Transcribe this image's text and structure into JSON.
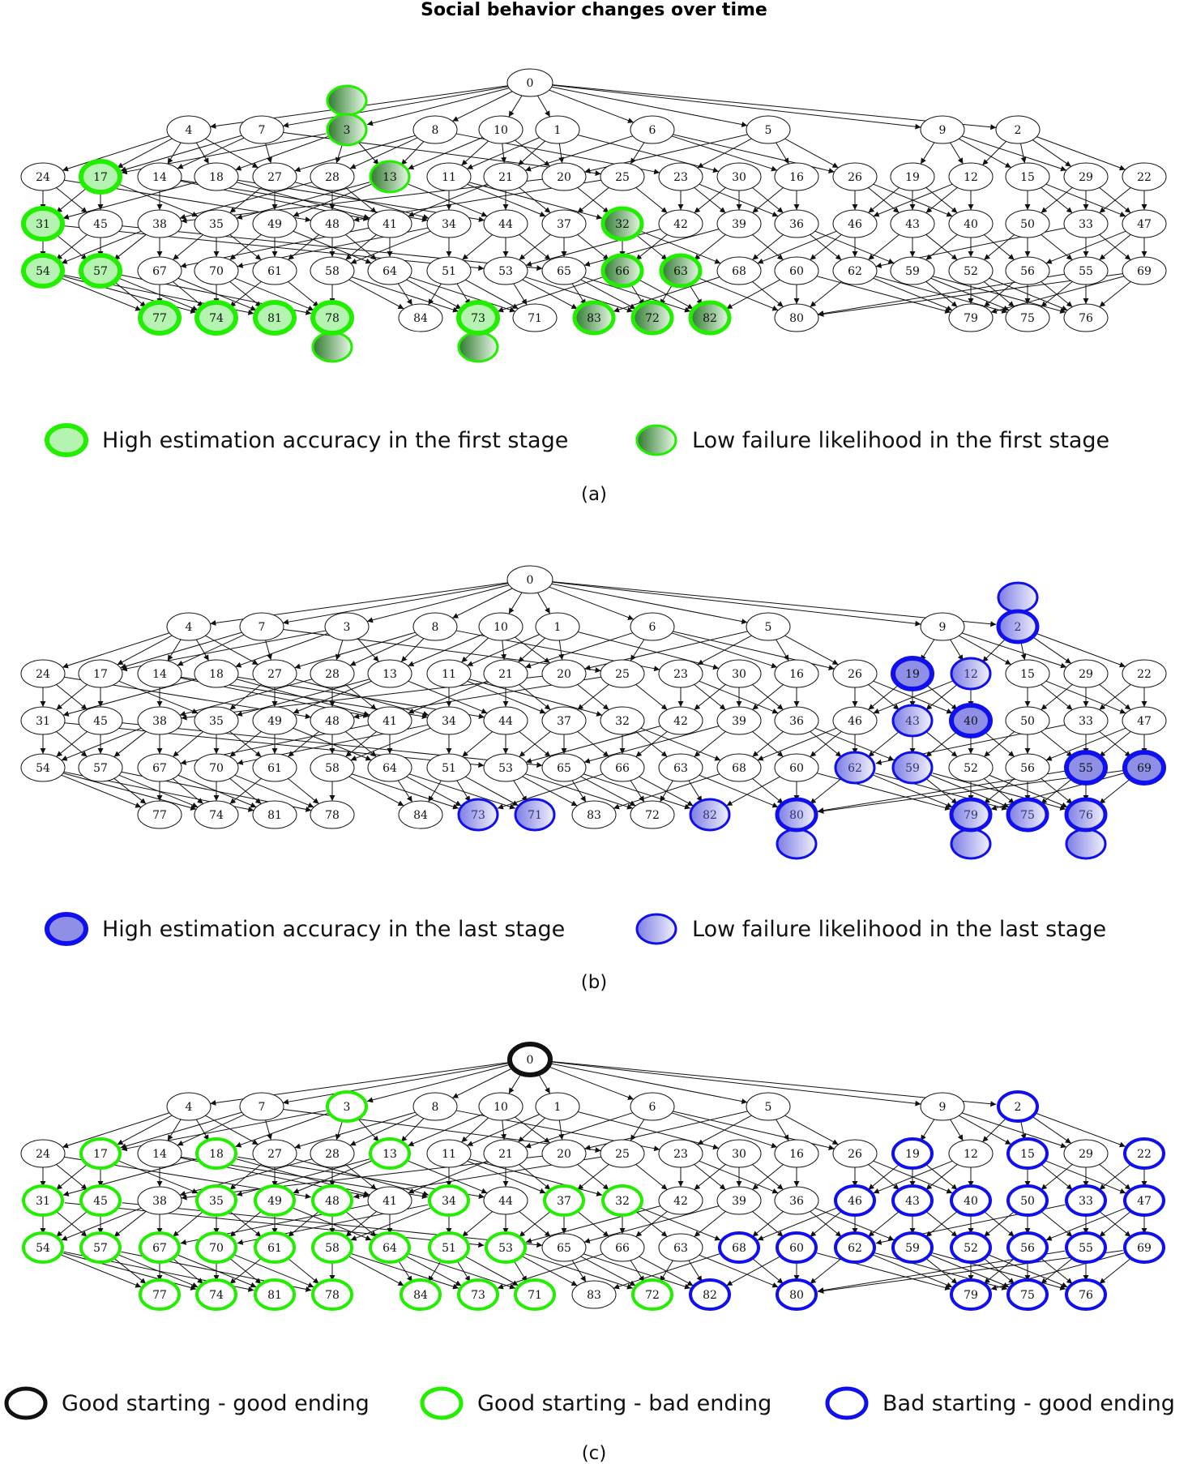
{
  "title": "Social behavior changes over time",
  "colors": {
    "green": "#22ee00",
    "green_light_fill": "#b4f3b0",
    "green_dark_fill": "#2f7a2f",
    "blue": "#1010ee",
    "blue_fill": "#8f8fe8",
    "blue_light_fill": "#d2d2f6",
    "black": "#111111",
    "edge": "#111111"
  },
  "graph": {
    "node_ids": [
      0,
      4,
      7,
      3,
      8,
      10,
      1,
      6,
      5,
      9,
      2,
      24,
      17,
      14,
      18,
      27,
      28,
      13,
      11,
      21,
      20,
      25,
      23,
      30,
      16,
      26,
      19,
      12,
      15,
      29,
      22,
      31,
      45,
      38,
      35,
      49,
      48,
      41,
      34,
      44,
      37,
      32,
      42,
      39,
      36,
      46,
      43,
      40,
      50,
      33,
      47,
      54,
      57,
      67,
      70,
      61,
      58,
      64,
      51,
      53,
      65,
      66,
      63,
      68,
      60,
      62,
      59,
      52,
      56,
      55,
      69,
      77,
      74,
      81,
      78,
      84,
      73,
      71,
      83,
      72,
      82,
      80,
      79,
      75,
      76
    ],
    "edges": [
      [
        0,
        4
      ],
      [
        0,
        7
      ],
      [
        0,
        3
      ],
      [
        0,
        8
      ],
      [
        0,
        10
      ],
      [
        0,
        1
      ],
      [
        0,
        6
      ],
      [
        0,
        5
      ],
      [
        0,
        9
      ],
      [
        0,
        2
      ],
      [
        4,
        24
      ],
      [
        4,
        17
      ],
      [
        4,
        14
      ],
      [
        4,
        18
      ],
      [
        4,
        27
      ],
      [
        7,
        17
      ],
      [
        7,
        14
      ],
      [
        7,
        27
      ],
      [
        7,
        25
      ],
      [
        3,
        17
      ],
      [
        3,
        28
      ],
      [
        3,
        13
      ],
      [
        3,
        18
      ],
      [
        8,
        28
      ],
      [
        8,
        13
      ],
      [
        8,
        23
      ],
      [
        8,
        27
      ],
      [
        10,
        11
      ],
      [
        10,
        21
      ],
      [
        10,
        20
      ],
      [
        10,
        13
      ],
      [
        1,
        21
      ],
      [
        1,
        20
      ],
      [
        1,
        30
      ],
      [
        1,
        11
      ],
      [
        6,
        25
      ],
      [
        6,
        26
      ],
      [
        6,
        16
      ],
      [
        6,
        21
      ],
      [
        5,
        16
      ],
      [
        5,
        26
      ],
      [
        5,
        23
      ],
      [
        5,
        20
      ],
      [
        9,
        19
      ],
      [
        9,
        12
      ],
      [
        9,
        15
      ],
      [
        9,
        29
      ],
      [
        2,
        22
      ],
      [
        2,
        29
      ],
      [
        2,
        15
      ],
      [
        2,
        12
      ],
      [
        24,
        31
      ],
      [
        24,
        45
      ],
      [
        24,
        48
      ],
      [
        17,
        31
      ],
      [
        17,
        45
      ],
      [
        17,
        35
      ],
      [
        14,
        38
      ],
      [
        14,
        34
      ],
      [
        14,
        41
      ],
      [
        18,
        41
      ],
      [
        18,
        31
      ],
      [
        18,
        44
      ],
      [
        27,
        35
      ],
      [
        27,
        49
      ],
      [
        27,
        34
      ],
      [
        28,
        48
      ],
      [
        28,
        38
      ],
      [
        28,
        41
      ],
      [
        13,
        49
      ],
      [
        13,
        44
      ],
      [
        13,
        35
      ],
      [
        11,
        34
      ],
      [
        11,
        32
      ],
      [
        11,
        37
      ],
      [
        21,
        44
      ],
      [
        21,
        37
      ],
      [
        21,
        41
      ],
      [
        20,
        32
      ],
      [
        20,
        38
      ],
      [
        25,
        37
      ],
      [
        25,
        48
      ],
      [
        25,
        42
      ],
      [
        23,
        42
      ],
      [
        23,
        36
      ],
      [
        23,
        39
      ],
      [
        30,
        39
      ],
      [
        30,
        36
      ],
      [
        30,
        42
      ],
      [
        16,
        36
      ],
      [
        16,
        39
      ],
      [
        26,
        46
      ],
      [
        26,
        43
      ],
      [
        26,
        40
      ],
      [
        19,
        46
      ],
      [
        19,
        43
      ],
      [
        19,
        40
      ],
      [
        12,
        43
      ],
      [
        12,
        40
      ],
      [
        12,
        46
      ],
      [
        15,
        50
      ],
      [
        15,
        33
      ],
      [
        15,
        47
      ],
      [
        29,
        33
      ],
      [
        29,
        47
      ],
      [
        29,
        50
      ],
      [
        22,
        47
      ],
      [
        22,
        33
      ],
      [
        31,
        54
      ],
      [
        31,
        57
      ],
      [
        31,
        53
      ],
      [
        45,
        54
      ],
      [
        45,
        57
      ],
      [
        45,
        65
      ],
      [
        38,
        67
      ],
      [
        38,
        54
      ],
      [
        38,
        57
      ],
      [
        35,
        70
      ],
      [
        35,
        67
      ],
      [
        35,
        61
      ],
      [
        49,
        70
      ],
      [
        49,
        61
      ],
      [
        49,
        64
      ],
      [
        48,
        58
      ],
      [
        48,
        61
      ],
      [
        48,
        64
      ],
      [
        41,
        58
      ],
      [
        41,
        64
      ],
      [
        41,
        67
      ],
      [
        34,
        51
      ],
      [
        34,
        58
      ],
      [
        34,
        70
      ],
      [
        44,
        51
      ],
      [
        44,
        65
      ],
      [
        44,
        53
      ],
      [
        37,
        53
      ],
      [
        37,
        65
      ],
      [
        37,
        66
      ],
      [
        32,
        66
      ],
      [
        32,
        63
      ],
      [
        32,
        68
      ],
      [
        42,
        53
      ],
      [
        42,
        66
      ],
      [
        39,
        63
      ],
      [
        39,
        60
      ],
      [
        39,
        65
      ],
      [
        36,
        68
      ],
      [
        36,
        59
      ],
      [
        36,
        62
      ],
      [
        46,
        60
      ],
      [
        46,
        62
      ],
      [
        46,
        68
      ],
      [
        43,
        62
      ],
      [
        43,
        59
      ],
      [
        43,
        52
      ],
      [
        40,
        52
      ],
      [
        40,
        56
      ],
      [
        40,
        59
      ],
      [
        50,
        56
      ],
      [
        50,
        55
      ],
      [
        50,
        52
      ],
      [
        33,
        55
      ],
      [
        33,
        69
      ],
      [
        33,
        62
      ],
      [
        47,
        69
      ],
      [
        47,
        55
      ],
      [
        47,
        56
      ],
      [
        54,
        77
      ],
      [
        54,
        74
      ],
      [
        54,
        81
      ],
      [
        57,
        77
      ],
      [
        57,
        74
      ],
      [
        57,
        78
      ],
      [
        67,
        74
      ],
      [
        67,
        81
      ],
      [
        67,
        77
      ],
      [
        70,
        81
      ],
      [
        70,
        78
      ],
      [
        70,
        74
      ],
      [
        61,
        78
      ],
      [
        61,
        74
      ],
      [
        58,
        84
      ],
      [
        58,
        78
      ],
      [
        58,
        73
      ],
      [
        64,
        84
      ],
      [
        64,
        73
      ],
      [
        64,
        71
      ],
      [
        51,
        73
      ],
      [
        51,
        71
      ],
      [
        51,
        84
      ],
      [
        53,
        71
      ],
      [
        53,
        83
      ],
      [
        53,
        72
      ],
      [
        65,
        83
      ],
      [
        65,
        72
      ],
      [
        65,
        82
      ],
      [
        66,
        72
      ],
      [
        66,
        82
      ],
      [
        66,
        73
      ],
      [
        63,
        82
      ],
      [
        63,
        80
      ],
      [
        63,
        72
      ],
      [
        68,
        80
      ],
      [
        68,
        83
      ],
      [
        60,
        80
      ],
      [
        60,
        79
      ],
      [
        60,
        82
      ],
      [
        62,
        79
      ],
      [
        62,
        75
      ],
      [
        62,
        80
      ],
      [
        59,
        79
      ],
      [
        59,
        75
      ],
      [
        59,
        76
      ],
      [
        52,
        75
      ],
      [
        52,
        76
      ],
      [
        52,
        79
      ],
      [
        56,
        76
      ],
      [
        56,
        79
      ],
      [
        56,
        75
      ],
      [
        55,
        75
      ],
      [
        55,
        76
      ],
      [
        55,
        80
      ],
      [
        69,
        76
      ],
      [
        69,
        79
      ],
      [
        69,
        80
      ]
    ]
  },
  "panels": [
    {
      "caption": "(a)",
      "high_accuracy": [
        17,
        31,
        54,
        57,
        77,
        74,
        81,
        78,
        73,
        32,
        66,
        63,
        83,
        72,
        82
      ],
      "low_failure": [
        3,
        13,
        32,
        66,
        63,
        83,
        72,
        82
      ],
      "extra_low_failure": [
        3,
        78,
        73
      ],
      "legend": [
        {
          "label": "High estimation accuracy in the first stage",
          "style": "high"
        },
        {
          "label": "Low failure likelihood in the first stage",
          "style": "low"
        }
      ]
    },
    {
      "caption": "(b)",
      "high_accuracy": [
        2,
        19,
        40,
        55,
        69,
        80,
        79,
        75,
        76
      ],
      "low_failure": [
        2,
        12,
        43,
        62,
        59,
        73,
        71,
        82,
        80,
        79,
        75,
        76
      ],
      "extra_low_failure": [
        2,
        80,
        79,
        76
      ],
      "legend": [
        {
          "label": "High estimation accuracy in the last stage",
          "style": "high"
        },
        {
          "label": "Low failure likelihood in the last stage",
          "style": "low"
        }
      ]
    },
    {
      "caption": "(c)",
      "good_good": [
        0
      ],
      "good_bad": [
        3,
        17,
        18,
        13,
        31,
        45,
        35,
        49,
        48,
        34,
        37,
        32,
        54,
        57,
        67,
        70,
        61,
        58,
        64,
        51,
        53,
        77,
        74,
        81,
        78,
        84,
        73,
        71,
        72
      ],
      "bad_good": [
        2,
        19,
        15,
        22,
        46,
        43,
        40,
        50,
        33,
        47,
        68,
        60,
        62,
        59,
        52,
        56,
        55,
        69,
        82,
        80,
        79,
        75,
        76
      ],
      "legend": [
        {
          "label": "Good starting - good ending",
          "style": "gg"
        },
        {
          "label": "Good starting - bad ending",
          "style": "gb"
        },
        {
          "label": "Bad starting - good ending",
          "style": "bg"
        }
      ]
    }
  ]
}
